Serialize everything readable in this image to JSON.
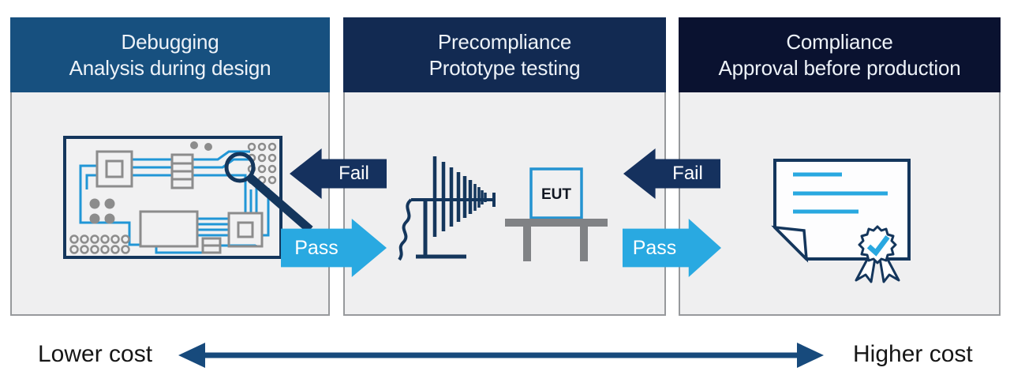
{
  "panels": [
    {
      "title": "Debugging",
      "subtitle": "Analysis during design",
      "header_color": "#17507f"
    },
    {
      "title": "Precompliance",
      "subtitle": "Prototype testing",
      "header_color": "#122a52"
    },
    {
      "title": "Compliance",
      "subtitle": "Approval before production",
      "header_color": "#0a1230"
    }
  ],
  "flow_arrows": [
    {
      "label": "Fail",
      "direction": "left",
      "from": "Precompliance",
      "to": "Debugging",
      "color": "#15315e"
    },
    {
      "label": "Pass",
      "direction": "right",
      "from": "Debugging",
      "to": "Precompliance",
      "color": "#29a9e1"
    },
    {
      "label": "Fail",
      "direction": "left",
      "from": "Compliance",
      "to": "Precompliance",
      "color": "#15315e"
    },
    {
      "label": "Pass",
      "direction": "right",
      "from": "Precompliance",
      "to": "Compliance",
      "color": "#29a9e1"
    }
  ],
  "illustrations": {
    "debugging_icon": "circuit-board-with-magnifier-icon",
    "precompliance_icons": [
      "log-periodic-antenna-icon",
      "eut-on-table-icon"
    ],
    "compliance_icon": "certificate-with-checkmark-ribbon-icon",
    "eut_label": "EUT"
  },
  "cost_axis": {
    "left_label": "Lower cost",
    "right_label": "Higher cost",
    "arrow_color": "#174a7c"
  },
  "colors": {
    "dark_navy": "#14365c",
    "trace_blue": "#2196d6",
    "panel_background": "#efeff0",
    "component_gray": "#8c8c8c",
    "fail_arrow": "#15315e",
    "pass_arrow": "#29a9e1"
  }
}
